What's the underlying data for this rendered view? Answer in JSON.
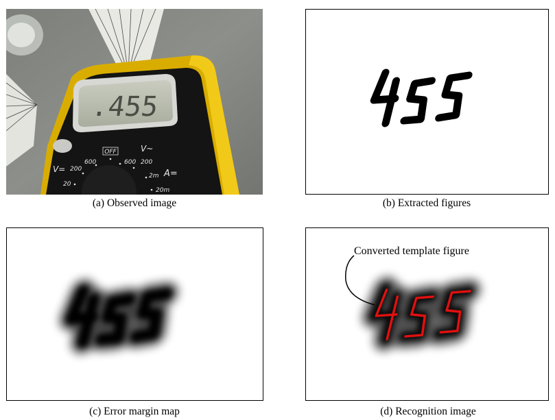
{
  "figure": {
    "panels": [
      {
        "id": "a",
        "caption": "(a) Observed image"
      },
      {
        "id": "b",
        "caption": "(b) Extracted figures"
      },
      {
        "id": "c",
        "caption": "(c) Error margin map"
      },
      {
        "id": "d",
        "caption": "(d)  Recognition image"
      }
    ],
    "multimeter": {
      "display_reading": ".455",
      "dial_labels": {
        "off": "OFF",
        "v_ac": "V~",
        "v_dc": "V=",
        "a_dc": "A=",
        "r600_right": "600",
        "r600_left": "600",
        "r200_right": "200",
        "r200_left": "200",
        "r20_left": "20",
        "r2m": "2m",
        "r20m": "20m"
      }
    },
    "digits": "455",
    "callout_label": "Converted template figure",
    "colors": {
      "body_black": "#141414",
      "holster_yellow": "#e0b400",
      "lcd": "#bfc3b4",
      "recognized_digits": "#e01010"
    }
  }
}
